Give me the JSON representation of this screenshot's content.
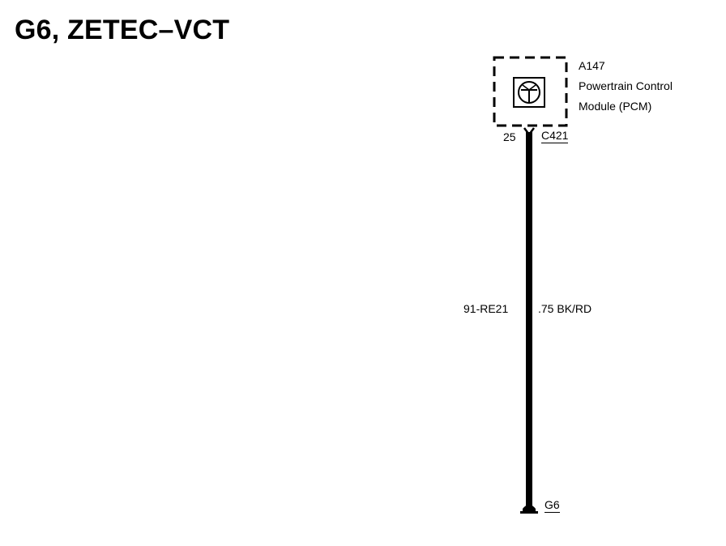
{
  "title": "G6, ZETEC–VCT",
  "component": {
    "id": "A147",
    "name_line1": "Powertrain Control",
    "name_line2": "Module (PCM)",
    "icon": "transistor-symbol-icon"
  },
  "connector": {
    "pin": "25",
    "id": "C421"
  },
  "wire": {
    "circuit": "91-RE21",
    "spec": ".75 BK/RD",
    "color": "#000000"
  },
  "ground": {
    "id": "G6"
  }
}
